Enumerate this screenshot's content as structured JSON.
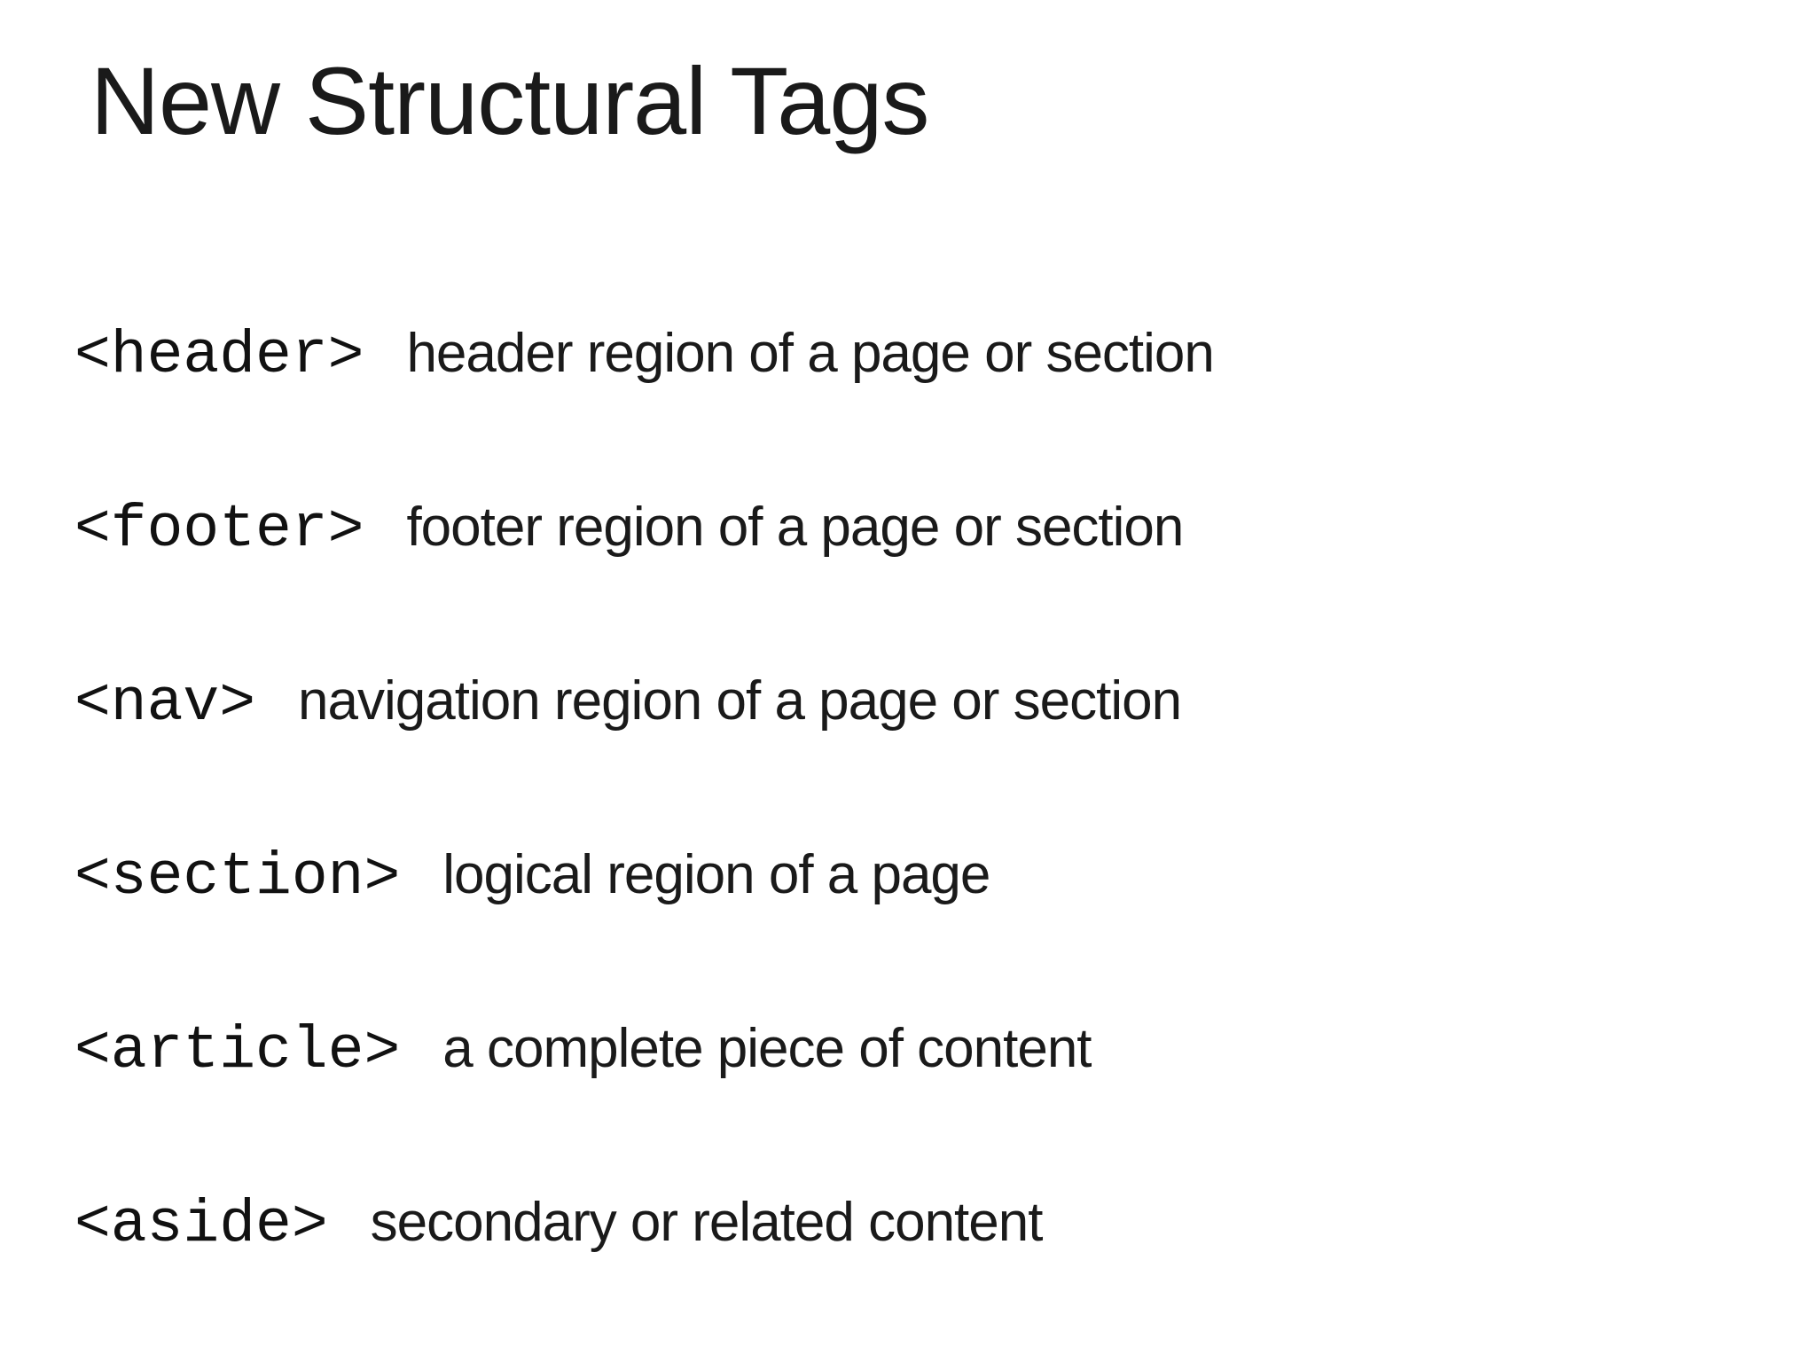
{
  "slide": {
    "title": "New Structural Tags",
    "items": [
      {
        "tag": "<header>",
        "description": "header region of a page or section"
      },
      {
        "tag": "<footer>",
        "description": "footer region of a page or section"
      },
      {
        "tag": "<nav>",
        "description": "navigation region of a page or section"
      },
      {
        "tag": "<section>",
        "description": "logical region of a page"
      },
      {
        "tag": "<article>",
        "description": "a complete piece of content"
      },
      {
        "tag": "<aside>",
        "description": "secondary or related content"
      }
    ]
  },
  "colors": {
    "background": "#ffffff",
    "text": "#1a1a1a"
  }
}
